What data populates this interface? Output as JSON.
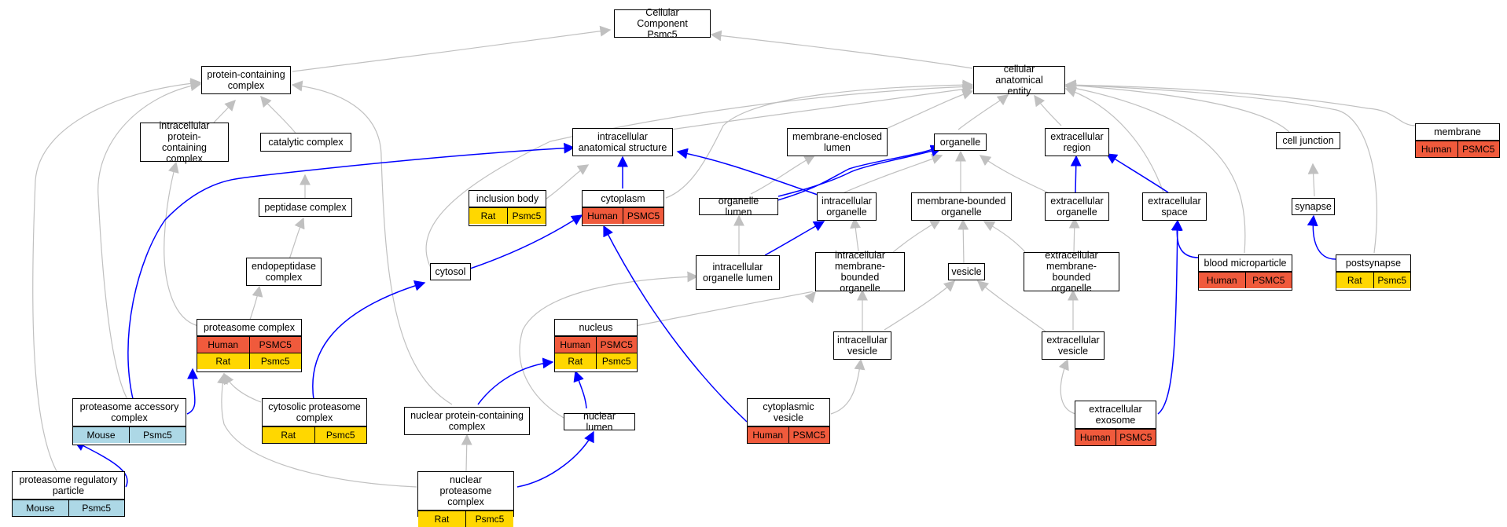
{
  "colors": {
    "grey_edge": "#c0c0c0",
    "blue_edge": "#0000ff",
    "human": "#f05a3c",
    "rat": "#ffd700",
    "mouse": "#add8e6"
  },
  "nodes": [
    {
      "id": "cc",
      "label": "Cellular Component\nPsmc5"
    },
    {
      "id": "pcc",
      "label": "protein-containing\ncomplex"
    },
    {
      "id": "cae",
      "label": "cellular anatomical\nentity"
    },
    {
      "id": "ipcc",
      "label": "intracellular\nprotein-containing\ncomplex"
    },
    {
      "id": "catc",
      "label": "catalytic complex"
    },
    {
      "id": "ias",
      "label": "intracellular\nanatomical structure"
    },
    {
      "id": "mel",
      "label": "membrane-enclosed\nlumen"
    },
    {
      "id": "org",
      "label": "organelle"
    },
    {
      "id": "exr",
      "label": "extracellular\nregion"
    },
    {
      "id": "cj",
      "label": "cell junction"
    },
    {
      "id": "mem",
      "label": "membrane",
      "ann": [
        [
          "Human",
          "PSMC5"
        ]
      ]
    },
    {
      "id": "ib",
      "label": "inclusion body",
      "ann": [
        [
          "Rat",
          "Psmc5"
        ]
      ]
    },
    {
      "id": "cyto",
      "label": "cytoplasm",
      "ann": [
        [
          "Human",
          "PSMC5"
        ]
      ]
    },
    {
      "id": "pepc",
      "label": "peptidase complex"
    },
    {
      "id": "orgl",
      "label": "organelle lumen"
    },
    {
      "id": "iorg",
      "label": "intracellular\norganelle"
    },
    {
      "id": "mbo",
      "label": "membrane-bounded\norganelle"
    },
    {
      "id": "exorg",
      "label": "extracellular\norganelle"
    },
    {
      "id": "exsp",
      "label": "extracellular\nspace"
    },
    {
      "id": "syn",
      "label": "synapse"
    },
    {
      "id": "endo",
      "label": "endopeptidase\ncomplex"
    },
    {
      "id": "cytosol",
      "label": "cytosol"
    },
    {
      "id": "iol",
      "label": "intracellular\norganelle lumen"
    },
    {
      "id": "imbo",
      "label": "intracellular\nmembrane-bounded\norganelle"
    },
    {
      "id": "ves",
      "label": "vesicle"
    },
    {
      "id": "exmbo",
      "label": "extracellular\nmembrane-bounded\norganelle"
    },
    {
      "id": "bmp",
      "label": "blood microparticle",
      "ann": [
        [
          "Human",
          "PSMC5"
        ]
      ]
    },
    {
      "id": "psyn",
      "label": "postsynapse",
      "ann": [
        [
          "Rat",
          "Psmc5"
        ]
      ]
    },
    {
      "id": "prot",
      "label": "proteasome complex",
      "ann": [
        [
          "Human",
          "PSMC5"
        ],
        [
          "Rat",
          "Psmc5"
        ]
      ]
    },
    {
      "id": "nuc",
      "label": "nucleus",
      "ann": [
        [
          "Human",
          "PSMC5"
        ],
        [
          "Rat",
          "Psmc5"
        ]
      ]
    },
    {
      "id": "iv",
      "label": "intracellular\nvesicle"
    },
    {
      "id": "ev",
      "label": "extracellular\nvesicle"
    },
    {
      "id": "pac",
      "label": "proteasome accessory\ncomplex",
      "ann": [
        [
          "Mouse",
          "Psmc5"
        ]
      ]
    },
    {
      "id": "cpc",
      "label": "cytosolic proteasome\ncomplex",
      "ann": [
        [
          "Rat",
          "Psmc5"
        ]
      ]
    },
    {
      "id": "npcc",
      "label": "nuclear protein-containing\ncomplex"
    },
    {
      "id": "nl",
      "label": "nuclear lumen"
    },
    {
      "id": "cv",
      "label": "cytoplasmic\nvesicle",
      "ann": [
        [
          "Human",
          "PSMC5"
        ]
      ]
    },
    {
      "id": "exo",
      "label": "extracellular\nexosome",
      "ann": [
        [
          "Human",
          "PSMC5"
        ]
      ]
    },
    {
      "id": "prp",
      "label": "proteasome regulatory\nparticle",
      "ann": [
        [
          "Mouse",
          "Psmc5"
        ]
      ]
    },
    {
      "id": "npc",
      "label": "nuclear proteasome\ncomplex",
      "ann": [
        [
          "Rat",
          "Psmc5"
        ]
      ]
    }
  ]
}
